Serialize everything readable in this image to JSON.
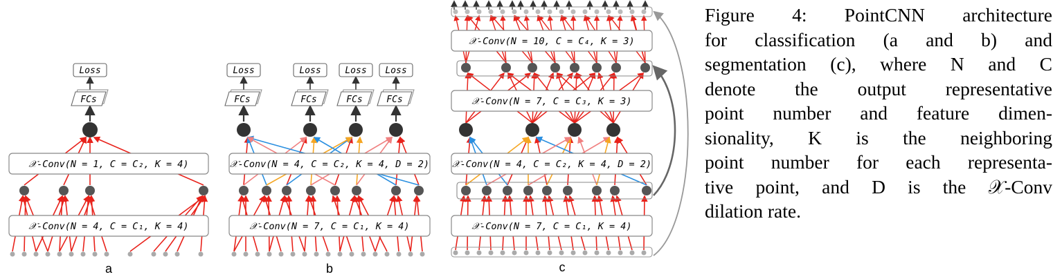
{
  "panels": [
    {
      "id": "a",
      "label": "a",
      "loss": [
        "Loss"
      ],
      "fcs": [
        "FCs"
      ],
      "top_box": "𝒳-Conv(N = 1, C = C₂, K = 4)",
      "bottom_box": "𝒳-Conv(N = 4, C = C₁, K = 4)"
    },
    {
      "id": "b",
      "label": "b",
      "loss": [
        "Loss",
        "Loss",
        "Loss",
        "Loss"
      ],
      "fcs": [
        "FCs",
        "FCs",
        "FCs",
        "FCs"
      ],
      "top_box": "𝒳-Conv(N = 4, C = C₂, K = 4, D = 2)",
      "bottom_box": "𝒳-Conv(N = 7, C = C₁, K = 4)"
    },
    {
      "id": "c",
      "label": "c",
      "boxes": [
        "𝒳-Conv(N = 10, C = C₄, K = 3)",
        "𝒳-Conv(N = 7, C = C₃, K = 3)",
        "𝒳-Conv(N = 4, C = C₂, K = 4, D = 2)",
        "𝒳-Conv(N = 7, C = C₁, K = 4)"
      ]
    }
  ],
  "caption_lines": [
    "Figure 4: PointCNN architecture",
    "for classification (a and b) and",
    "segmentation (c), where N and C",
    "denote the output representative",
    "point number and feature dimen-",
    "sionality, K is the neighboring",
    "point number for each representa-",
    "tive point, and D is the 𝒳-Conv",
    "dilation rate."
  ],
  "colors": {
    "red": "#e8221b",
    "blue": "#2a8fe0",
    "orange": "#f5a623",
    "pink": "#f08080",
    "node": "#555555",
    "big_node": "#333333",
    "box_stroke": "#888888"
  }
}
